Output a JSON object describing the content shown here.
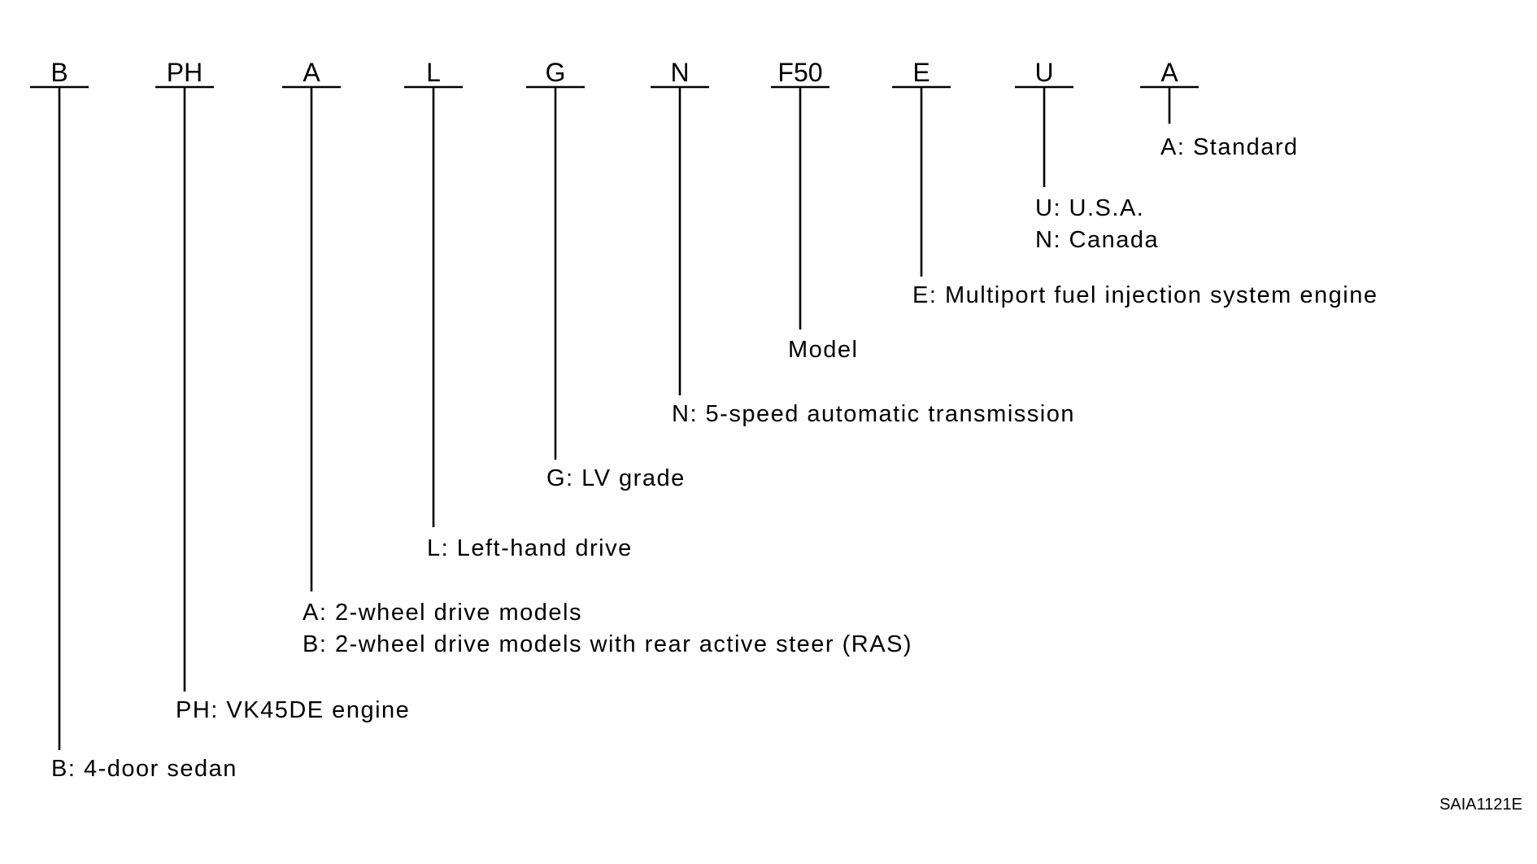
{
  "segments": [
    {
      "code": "B",
      "lines": [
        "B: 4-door sedan"
      ]
    },
    {
      "code": "PH",
      "lines": [
        "PH: VK45DE engine"
      ]
    },
    {
      "code": "A",
      "lines": [
        "A: 2-wheel drive models",
        "B: 2-wheel drive models with rear active steer (RAS)"
      ]
    },
    {
      "code": "L",
      "lines": [
        "L: Left-hand drive"
      ]
    },
    {
      "code": "G",
      "lines": [
        "G: LV grade"
      ]
    },
    {
      "code": "N",
      "lines": [
        "N: 5-speed automatic transmission"
      ]
    },
    {
      "code": "F50",
      "lines": [
        "Model"
      ]
    },
    {
      "code": "E",
      "lines": [
        "E: Multiport fuel injection system engine"
      ]
    },
    {
      "code": "U",
      "lines": [
        "U: U.S.A.",
        "N: Canada"
      ]
    },
    {
      "code": "A",
      "lines": [
        "A: Standard"
      ]
    }
  ],
  "figure_id": "SAIA1121E"
}
